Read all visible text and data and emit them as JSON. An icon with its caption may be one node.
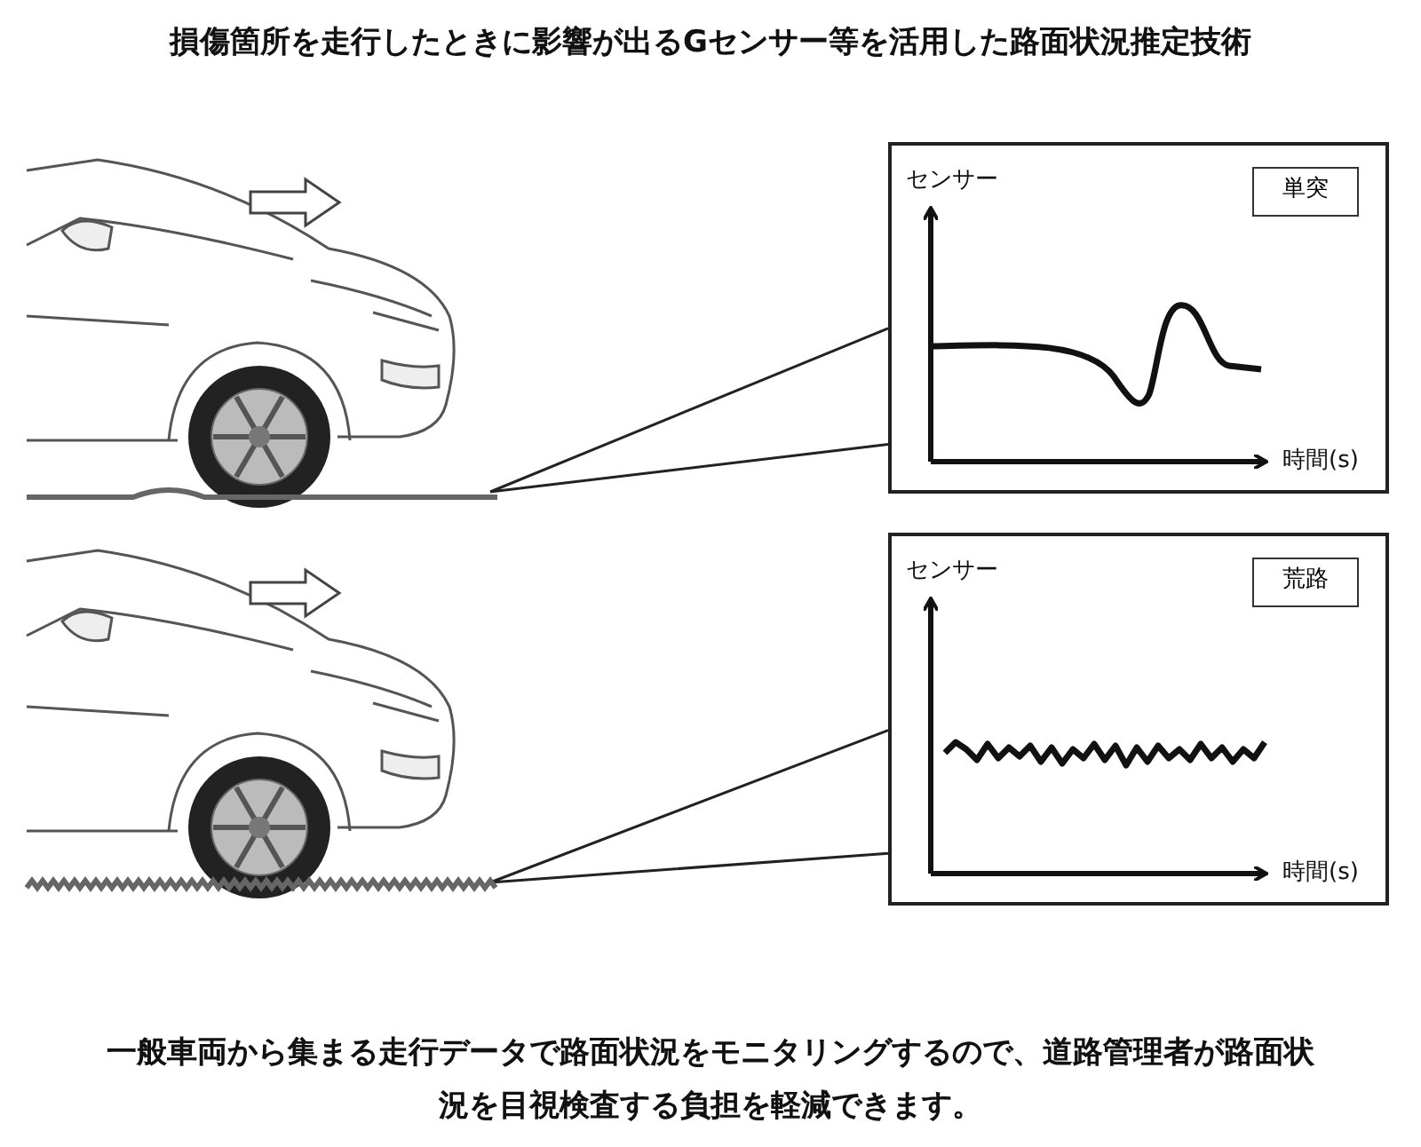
{
  "diagram": {
    "title": "損傷箇所を走行したときに影響が出るGセンサー等を活用した路面状況推定技術",
    "caption": "一般車両から集まる走行データで路面状況をモニタリングするので、道路管理者が路面状況を目視検査する負担を軽減できます。",
    "nodes": [
      {
        "text": [],
        "shape": "picture"
      },
      {
        "text": [
          "センサー",
          "時間(s)"
        ]
      },
      {
        "text": [
          "単突"
        ],
        "in": 1
      },
      {
        "text": [],
        "shape": "picture"
      },
      {
        "text": [
          "センサー",
          "時間(s)"
        ]
      },
      {
        "text": [
          "荒路"
        ],
        "in": 4
      }
    ],
    "edges": [
      {
        "from": 0,
        "to": 1,
        "arrow": "none"
      },
      {
        "from": 3,
        "to": 4,
        "arrow": "none"
      }
    ]
  }
}
